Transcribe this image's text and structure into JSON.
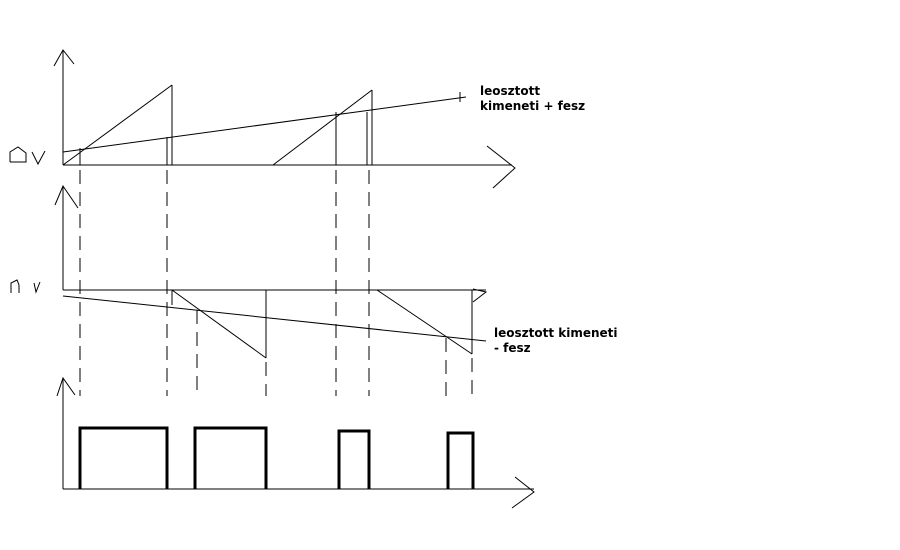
{
  "colors": {
    "background": "#ffffff",
    "ink": "#000000"
  },
  "top_panel": {
    "zero_label": "0 V",
    "annotation": [
      "leosztott",
      "kimeneti + fesz"
    ]
  },
  "middle_panel": {
    "zero_label": "0 V",
    "annotation": [
      "leosztott kimeneti",
      "- fesz"
    ]
  }
}
